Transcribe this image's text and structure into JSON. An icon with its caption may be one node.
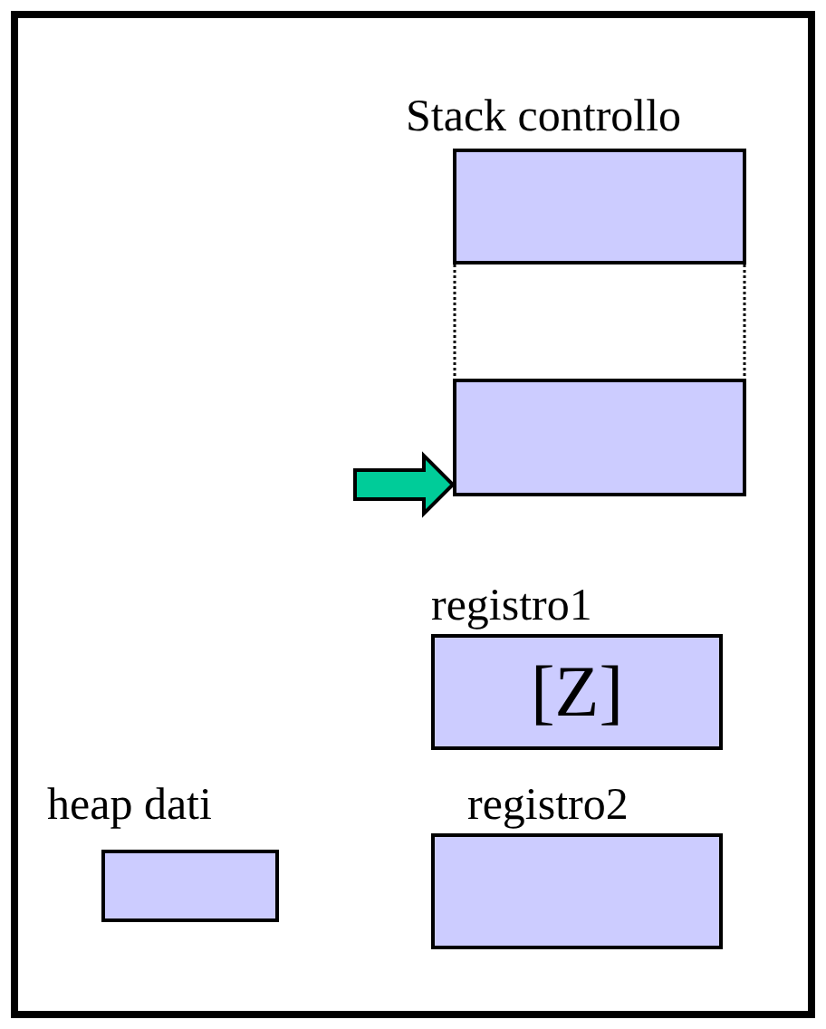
{
  "diagram": {
    "nodes": [
      {
        "text": [
          "Stack controllo"
        ]
      },
      {
        "text": [],
        "shape": "box"
      },
      {
        "text": [
          "registro1",
          "[Z]"
        ]
      },
      {
        "text": [
          "heap dati"
        ]
      },
      {
        "text": [
          "registro2"
        ]
      }
    ],
    "edges": [
      {
        "from": null,
        "to": 1,
        "arrow": "to",
        "style": "thick",
        "color": "#00cc99"
      },
      {
        "from": 0,
        "to": 1,
        "arrow": "none",
        "style": "dashed"
      },
      {
        "from": 0,
        "to": 1,
        "arrow": "none",
        "style": "dashed"
      }
    ]
  }
}
